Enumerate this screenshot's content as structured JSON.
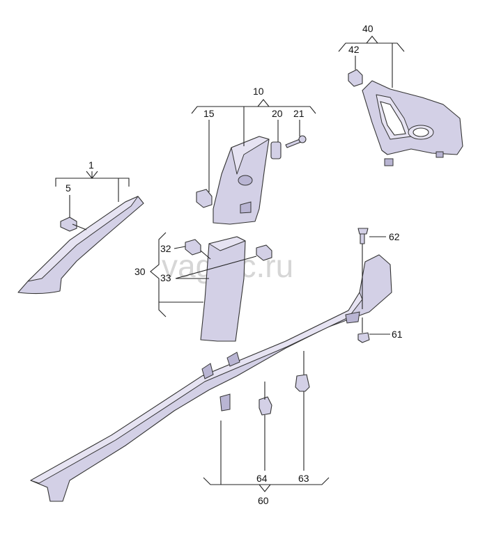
{
  "watermark": "vagtec.ru",
  "labels": {
    "l1": "1",
    "l5": "5",
    "l10": "10",
    "l15": "15",
    "l20": "20",
    "l21": "21",
    "l30": "30",
    "l32": "32",
    "l33": "33",
    "l40": "40",
    "l42": "42",
    "l60": "60",
    "l61": "61",
    "l62": "62",
    "l63": "63",
    "l64": "64"
  },
  "colors": {
    "part_fill": "#d3d0e6",
    "line": "#222222",
    "watermark": "#d6d6d6"
  }
}
